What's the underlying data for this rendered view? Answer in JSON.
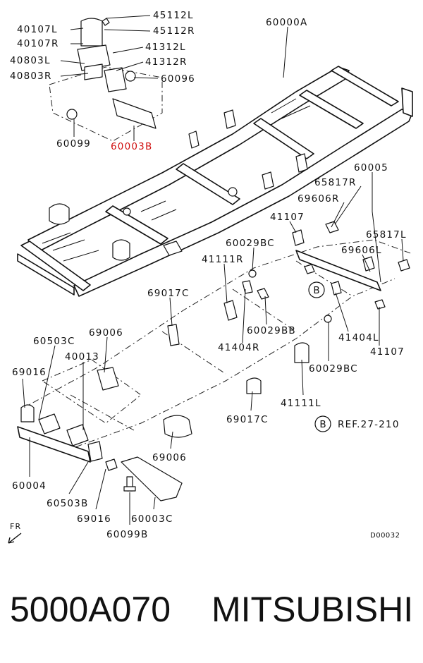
{
  "labels": {
    "l45112L": "45112L",
    "l40107L": "40107L",
    "l45112R": "45112R",
    "l40107R": "40107R",
    "l41312L": "41312L",
    "l40803L": "40803L",
    "l41312R": "41312R",
    "l40803R": "40803R",
    "l60096": "60096",
    "l60099": "60099",
    "l60003B": "60003B",
    "l60000A": "60000A",
    "l60005": "60005",
    "l65817R": "65817R",
    "l69606R": "69606R",
    "l41107a": "41107",
    "l60029BCa": "60029BC",
    "l65817L": "65817L",
    "l41111R": "41111R",
    "l69606L": "69606L",
    "l69017Ca": "69017C",
    "l60029BB": "60029BB",
    "l41404L": "41404L",
    "l41404R": "41404R",
    "l41107b": "41107",
    "l60503C": "60503C",
    "l69006a": "69006",
    "l40013": "40013",
    "l60029BCb": "60029BC",
    "l69016a": "69016",
    "l41111L": "41111L",
    "l69017Cb": "69017C",
    "l69006b": "69006",
    "l60004": "60004",
    "l60503B": "60503B",
    "l69016b": "69016",
    "l60003C": "60003C",
    "l60099B": "60099B",
    "ref": "REF.27-210",
    "fr": "FR",
    "drawing_code": "D00032"
  },
  "ref_markers": [
    "B",
    "B"
  ],
  "highlight_color": "#d01010",
  "caption": {
    "part_number": "5000A070",
    "brand": "MITSUBISHI"
  }
}
